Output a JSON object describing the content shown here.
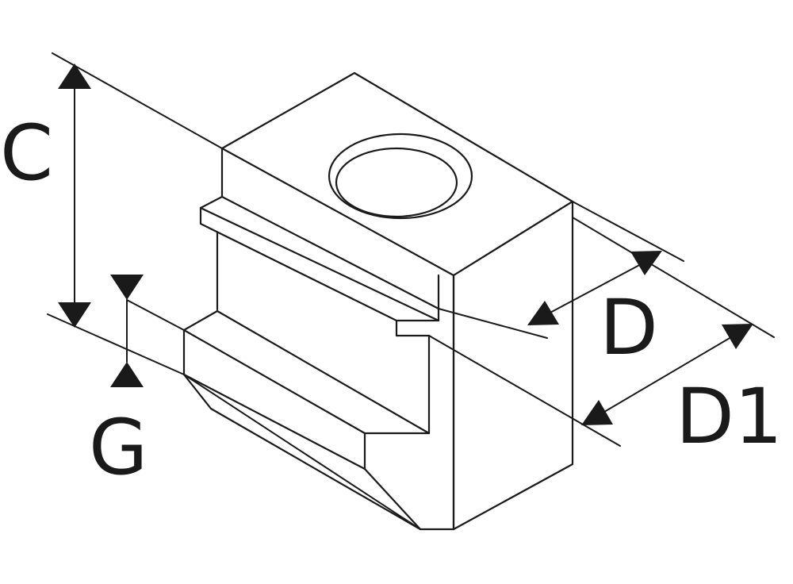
{
  "diagram": {
    "subject": "T-slot nut",
    "labels": {
      "c": "C",
      "d": "D",
      "d1": "D1",
      "g": "G"
    },
    "colors": {
      "line": "#1a1a1a",
      "background": "#ffffff"
    }
  }
}
